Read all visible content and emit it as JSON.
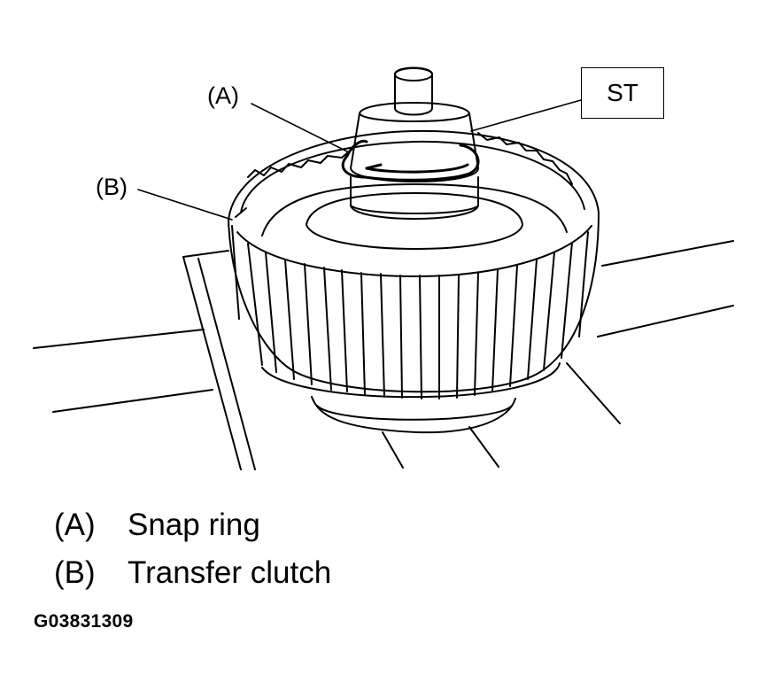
{
  "callouts": {
    "a": "(A)",
    "b": "(B)",
    "st": "ST"
  },
  "legend": [
    {
      "key": "(A)",
      "text": "Snap ring"
    },
    {
      "key": "(B)",
      "text": "Transfer clutch"
    }
  ],
  "figure_code": "G03831309"
}
